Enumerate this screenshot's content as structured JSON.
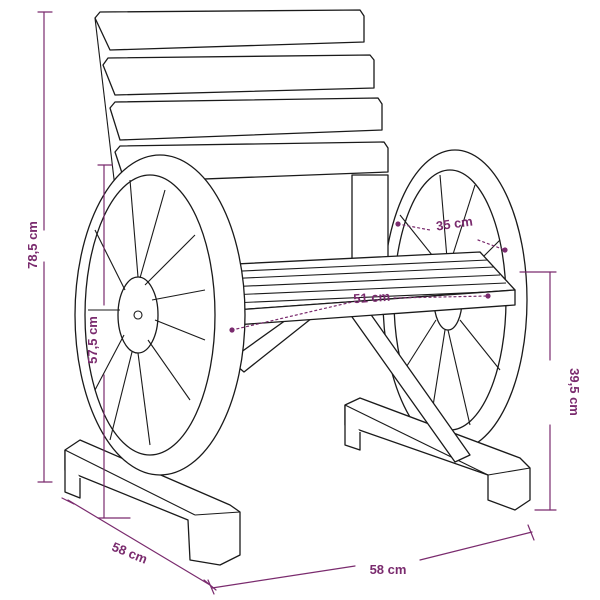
{
  "colors": {
    "dimension": "#7a2b6e",
    "outline": "#1a1a1a",
    "background": "#ffffff"
  },
  "dimensions": {
    "total_height": "78,5 cm",
    "seat_height": "57,5 cm",
    "armrest_height": "39,5 cm",
    "seat_depth": "35 cm",
    "seat_width": "51 cm",
    "depth": "58 cm",
    "width": "58 cm"
  }
}
